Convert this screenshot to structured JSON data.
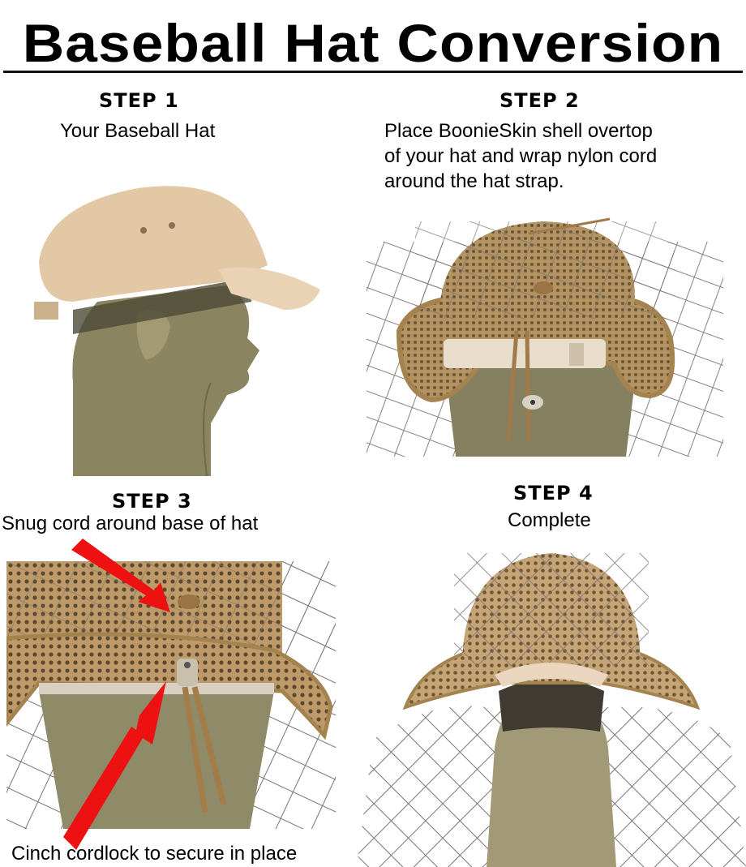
{
  "title": "Baseball Hat Conversion",
  "steps": [
    {
      "label": "STEP 1",
      "description": "Your Baseball Hat",
      "image": "Side view of mannequin head wearing a tan baseball cap"
    },
    {
      "label": "STEP 2",
      "description": "Place BoonieSkin shell overtop\nof your hat and wrap nylon cord\naround the hat strap.",
      "image": "Rear view of mesh BoonieSkin shell over cap with netting and cord around strap"
    },
    {
      "label": "STEP 3",
      "description": "Snug cord around base of hat",
      "caption_bottom": "Cinch cordlock to secure in place",
      "image": "Close-up of cord and cordlock at back of hat with two red arrows"
    },
    {
      "label": "STEP 4",
      "description": "Complete",
      "image": "Front view of completed boonie conversion with netting veil"
    }
  ],
  "colors": {
    "text": "#000000",
    "arrow": "#ee1111",
    "cap_tan": "#e3c8a6",
    "mannequin": "#8a8460",
    "mesh_brown": "#a5834f",
    "netting": "#7d7371"
  }
}
